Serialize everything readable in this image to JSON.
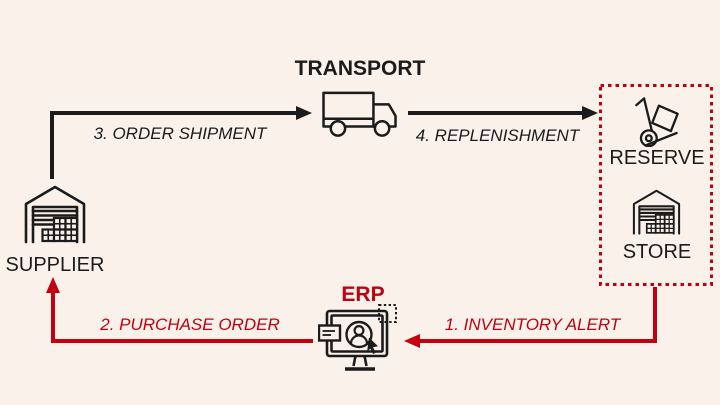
{
  "colors": {
    "background": "#FAF2EA",
    "ink": "#1B1B1B",
    "accent_red": "#C20010"
  },
  "nodes": {
    "transport": {
      "label": "TRANSPORT",
      "icon": "delivery-truck-icon"
    },
    "supplier": {
      "label": "SUPPLIER",
      "icon": "warehouse-icon"
    },
    "reserve": {
      "label": "RESERVE",
      "icon": "hand-truck-icon"
    },
    "store": {
      "label": "STORE",
      "icon": "warehouse-icon"
    },
    "erp": {
      "label": "ERP",
      "icon": "erp-monitor-icon"
    }
  },
  "zones": {
    "backroom": {
      "style": "red-dashed-outline",
      "contains": [
        "RESERVE",
        "STORE"
      ]
    }
  },
  "flows": [
    {
      "step": 1,
      "label": "1. INVENTORY ALERT",
      "from": "STORE",
      "to": "ERP",
      "color": "#C20010"
    },
    {
      "step": 2,
      "label": "2. PURCHASE ORDER",
      "from": "ERP",
      "to": "SUPPLIER",
      "color": "#C20010"
    },
    {
      "step": 3,
      "label": "3. ORDER SHIPMENT",
      "from": "SUPPLIER",
      "to": "TRANSPORT",
      "color": "#1B1B1B"
    },
    {
      "step": 4,
      "label": "4. REPLENISHMENT",
      "from": "TRANSPORT",
      "to": "RESERVE",
      "color": "#1B1B1B"
    }
  ]
}
